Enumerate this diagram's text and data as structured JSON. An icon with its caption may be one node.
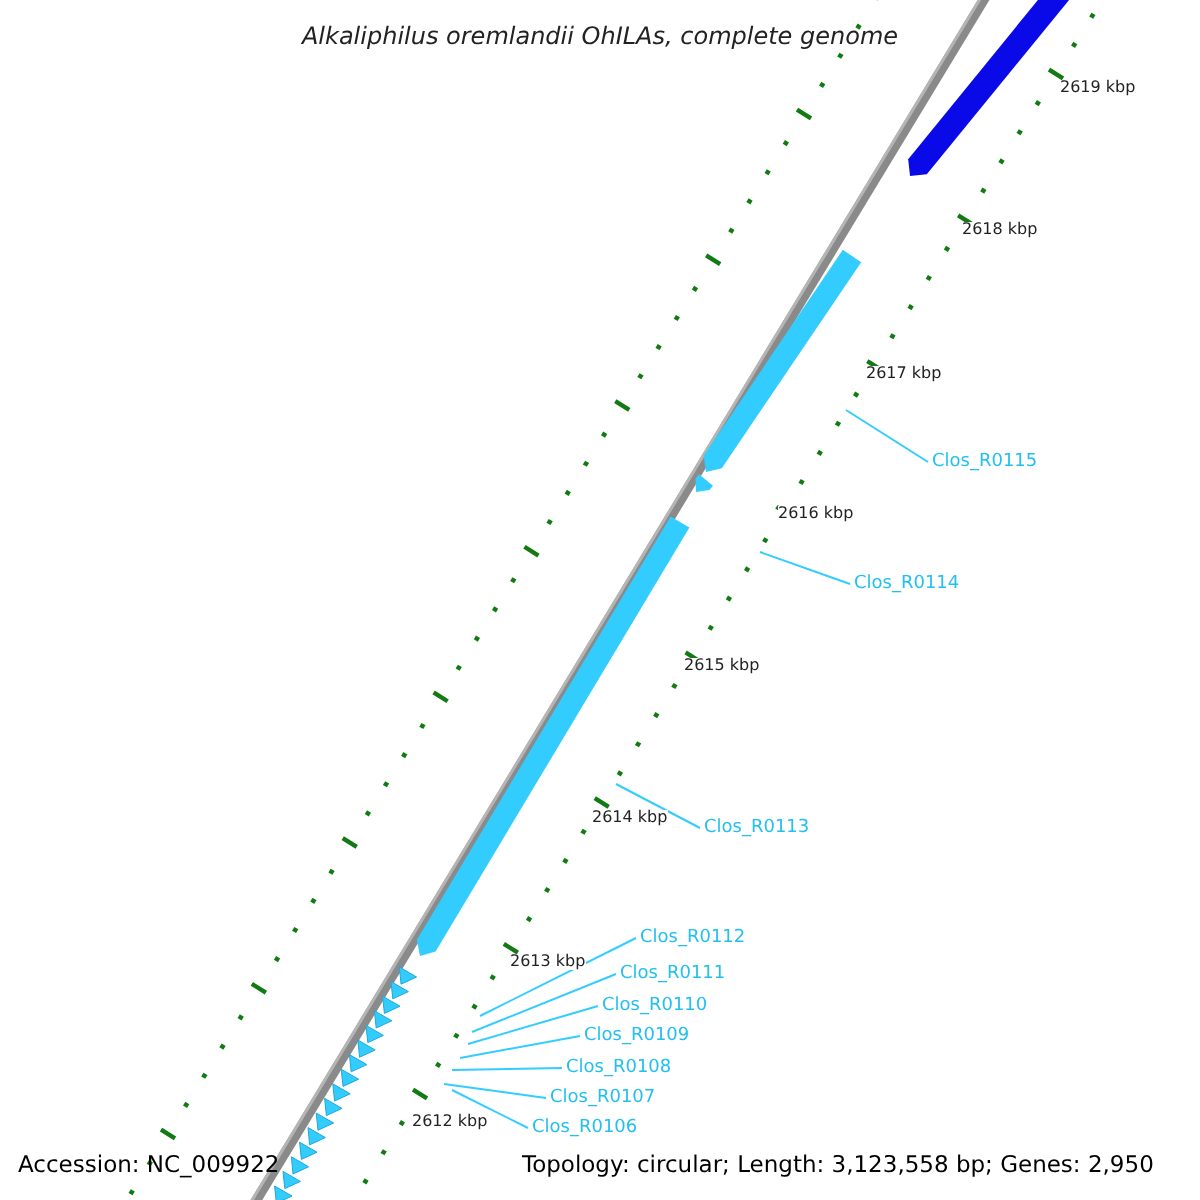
{
  "diagram": {
    "title": "Alkaliphilus oremlandii OhILAs, complete genome",
    "nodes": [
      {
        "text": [
          "Clos_R0115"
        ]
      },
      {
        "text": [
          "Clos_R0114"
        ]
      },
      {
        "text": [
          "Clos_R0113"
        ]
      },
      {
        "text": [
          "Clos_R0112"
        ]
      },
      {
        "text": [
          "Clos_R0111"
        ]
      },
      {
        "text": [
          "Clos_R0110"
        ]
      },
      {
        "text": [
          "Clos_R0109"
        ]
      },
      {
        "text": [
          "Clos_R0108"
        ]
      },
      {
        "text": [
          "Clos_R0107"
        ]
      },
      {
        "text": [
          "Clos_R0106"
        ]
      }
    ],
    "edges": [
      {
        "from": 0,
        "to": null,
        "arrow": "none"
      },
      {
        "from": 1,
        "to": null,
        "arrow": "none"
      },
      {
        "from": 2,
        "to": null,
        "arrow": "none"
      },
      {
        "from": 3,
        "to": null,
        "arrow": "none"
      },
      {
        "from": 4,
        "to": null,
        "arrow": "none"
      },
      {
        "from": 5,
        "to": null,
        "arrow": "none"
      },
      {
        "from": 6,
        "to": null,
        "arrow": "none"
      },
      {
        "from": 7,
        "to": null,
        "arrow": "none"
      },
      {
        "from": 8,
        "to": null,
        "arrow": "none"
      },
      {
        "from": 9,
        "to": null,
        "arrow": "none"
      }
    ],
    "labels": [
      "2619 kbp",
      "2618 kbp",
      "2617 kbp",
      "2616 kbp",
      "2615 kbp",
      "2614 kbp",
      "2613 kbp",
      "2612 kbp",
      "Accession: NC_009922",
      "Topology: circular; Length: 3,123,558 bp; Genes: 2,950"
    ]
  }
}
